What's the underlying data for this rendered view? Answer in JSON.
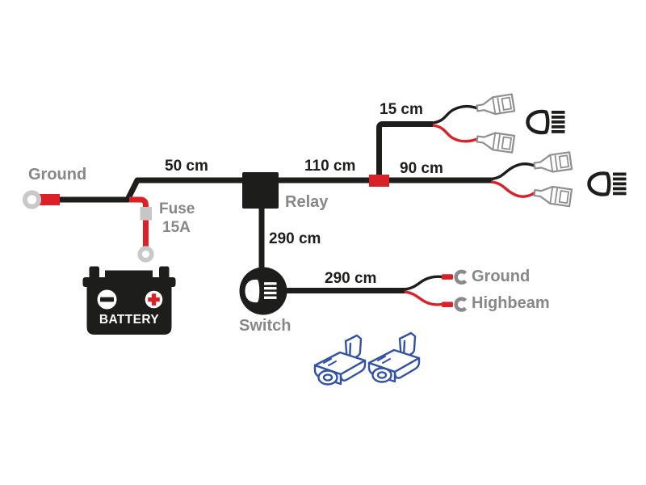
{
  "diagram": {
    "type": "wiring-harness-diagram",
    "components": {
      "ground_terminal": {
        "label": "Ground"
      },
      "fuse": {
        "name": "Fuse",
        "rating": "15A"
      },
      "battery": {
        "label": "BATTERY"
      },
      "relay": {
        "label": "Relay"
      },
      "switch": {
        "label": "Switch"
      },
      "switch_leads": {
        "ground": "Ground",
        "highbeam": "Highbeam"
      }
    },
    "wire_lengths": {
      "battery_to_relay": "50 cm",
      "relay_to_junction": "110 cm",
      "junction_to_upper_lamp": "15 cm",
      "junction_to_right_lamp": "90 cm",
      "relay_to_switch": "290 cm",
      "switch_to_vehicle": "290 cm"
    },
    "icons": {
      "ring_terminal": "ring-terminal-icon",
      "fuse": "fuse-icon",
      "battery": "battery-icon",
      "relay": "relay-box-icon",
      "switch": "switch-icon",
      "spade_connector": "spade-connector-icon",
      "high_beam_lamp": "high-beam-lamp-icon",
      "fork_clip": "fork-clip-icon",
      "wire_tap": "wire-tap-connector-icon"
    },
    "colors": {
      "wire_black": "#1d1d1b",
      "wire_red": "#da2128",
      "label_dark": "#1d1d1b",
      "label_gray": "#878787",
      "fuse_gray": "#c6c6c6",
      "terminal_gray": "#c9c9c9",
      "connector_outline_gray": "#8f8f8f",
      "clip_gray": "#8a8a8a",
      "tap_blue": "#3352a3",
      "background": "#ffffff"
    }
  }
}
